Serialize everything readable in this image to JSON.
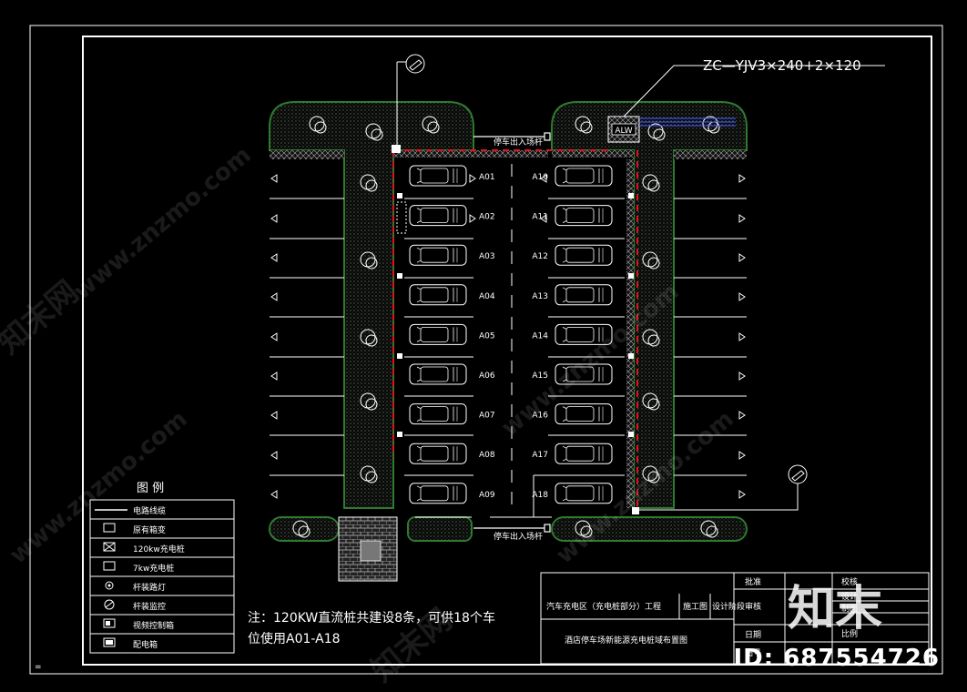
{
  "cable_label": "ZC—YJV3×240+2×120",
  "transformer_label": "ALW",
  "gate_label_top": "停车出入场杆",
  "gate_label_bottom": "停车出入场杆",
  "left_bays": [
    "A01",
    "A02",
    "A03",
    "A04",
    "A05",
    "A06",
    "A07",
    "A08",
    "A09"
  ],
  "right_bays": [
    "A10",
    "A11",
    "A12",
    "A13",
    "A14",
    "A15",
    "A16",
    "A17",
    "A18"
  ],
  "legend": {
    "title": "图  例",
    "items": [
      {
        "icon": "cable-line-icon",
        "label": "电路线缆"
      },
      {
        "icon": "transformer-icon",
        "label": "原有箱变"
      },
      {
        "icon": "dc-charger-icon",
        "label": "120kw充电桩"
      },
      {
        "icon": "ac-charger-icon",
        "label": "7kw充电桩"
      },
      {
        "icon": "street-lamp-icon",
        "label": "杆装路灯"
      },
      {
        "icon": "camera-icon",
        "label": "杆装监控"
      },
      {
        "icon": "video-control-box-icon",
        "label": "视频控制箱"
      },
      {
        "icon": "distribution-box-icon",
        "label": "配电箱"
      }
    ]
  },
  "note_line1": "注：120KW直流桩共建设8条，可供18个车",
  "note_line2": "位使用A01-A18",
  "title_block": {
    "project": "汽车充电区（充电桩部分）工程",
    "stage": "施工图",
    "stage_small": "设计阶段",
    "drawing_name": "酒店停车场新能源充电桩域布置图",
    "approve": "批准",
    "review": "审核",
    "check": "校核",
    "design": "设计",
    "draw": "制图",
    "date": "日期",
    "scale": "比例",
    "figno": "图号"
  },
  "watermark_logo": "知末",
  "watermark_id": "ID: 687554726",
  "watermark_url": "www.znzmo.com",
  "watermark_brand": "知末网"
}
